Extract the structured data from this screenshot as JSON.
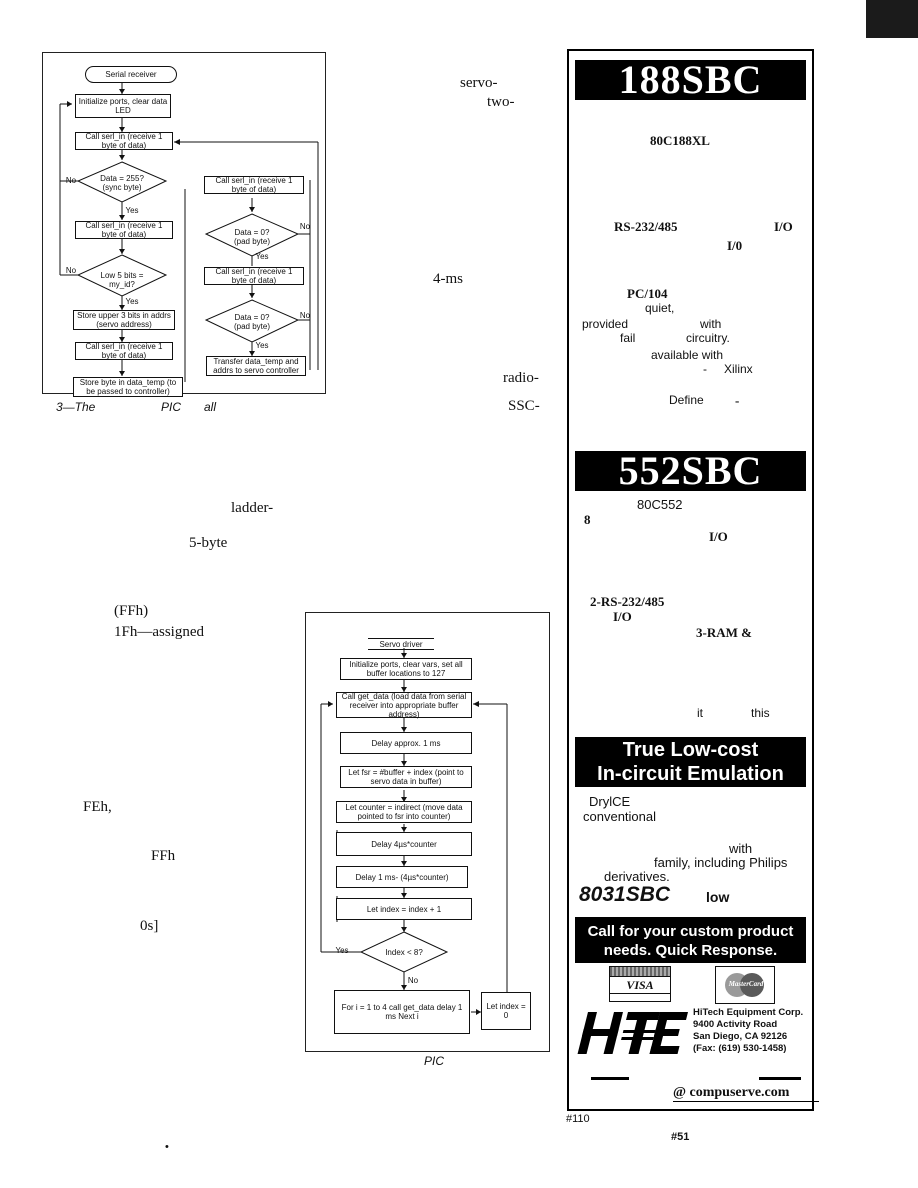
{
  "corner_mark": "",
  "figure3": {
    "start": "Serial receiver",
    "init": "Initialize ports, clear data LED",
    "call1": "Call serl_in (receive 1 byte of data)",
    "dec255": "Data = 255? (sync byte)",
    "no": "No",
    "yes": "Yes",
    "call2": "Call serl_in (receive 1 byte of data)",
    "declow5": "Low 5 bits = my_id?",
    "store_upper": "Store upper 3 bits in addrs (servo address)",
    "call3": "Call serl_in (receive 1 byte of data)",
    "store_byte": "Store byte in data_temp (to be passed to controller)",
    "r_call1": "Call serl_in (receive 1 byte of data)",
    "r_dec1": "Data = 0? (pad byte)",
    "r_call2": "Call serl_in (receive 1 byte of data)",
    "r_dec2": "Data = 0? (pad byte)",
    "r_transfer": "Transfer data_temp and addrs to servo controller",
    "caption": [
      "3—The",
      "PIC",
      "all"
    ]
  },
  "figure4": {
    "start": "Servo driver",
    "init": "Initialize ports, clear vars, set all buffer locations to 127",
    "call": "Call get_data (load data from serial receiver into appropriate buffer address)",
    "delay1": "Delay approx. 1 ms",
    "fsr": "Let fsr = #buffer + index (point to servo data in buffer)",
    "counter": "Let counter = indirect (move data pointed to fsr into counter)",
    "delay4": "Delay 4µs*counter",
    "delay1b": "Delay 1 ms- (4µs*counter)",
    "inc": "Let index = index + 1",
    "dec": "Index < 8?",
    "yes": "Yes",
    "no": "No",
    "loop": "For i = 1 to 4 call get_data delay 1 ms Next i",
    "reset": "Let index = 0",
    "caption": "PIC"
  },
  "body_fragments": {
    "f1": "servo-",
    "f2": "two-",
    "f3": "4-ms",
    "f4": "radio-",
    "f5": "SSC-",
    "f6": "ladder-",
    "f7": "5-byte",
    "f8": "(FFh)",
    "f9": "1Fh—assigned",
    "f10": "FEh,",
    "f11": "FFh",
    "f12": "0s]"
  },
  "ad": {
    "banner1": "188SBC",
    "a1": "80C188XL",
    "a2": "RS-232/485",
    "a3": "I/O",
    "a4": "I/0",
    "a5": "PC/104",
    "a6": "quiet,",
    "a7": "provided",
    "a8": "with",
    "a9": "fail",
    "a10": "circuitry.",
    "a11": "available with",
    "a12": "-",
    "a13": "Xilinx",
    "a14": "Define",
    "a15": "-",
    "banner2": "552SBC",
    "b1": "80C552",
    "b2": "8",
    "b3": "I/O",
    "b4": "2-RS-232/485",
    "b5": "I/O",
    "b6": "3-RAM &",
    "b7": "it",
    "b8": "this",
    "banner3_line1": "True Low-cost",
    "banner3_line2": "In-circuit Emulation",
    "c1": "DrylCE",
    "c2": "conventional",
    "c3": "with",
    "c4": "family, including Philips",
    "c5": "derivatives.",
    "c6": "8031SBC",
    "c7": "low",
    "banner4_line1": "Call for your custom product",
    "banner4_line2": "needs.  Quick Response.",
    "visa": "VISA",
    "mastercard": "MasterCard",
    "logo": "HTE",
    "company": "HiTech Equipment Corp.",
    "street": "9400 Activity Road",
    "city": "San Diego, CA 92126",
    "fax": "(Fax: (619) 530-1458)",
    "email": "@ compuserve.com"
  },
  "footer": {
    "num1": "#110",
    "num2": "#51",
    "mark": "•"
  }
}
